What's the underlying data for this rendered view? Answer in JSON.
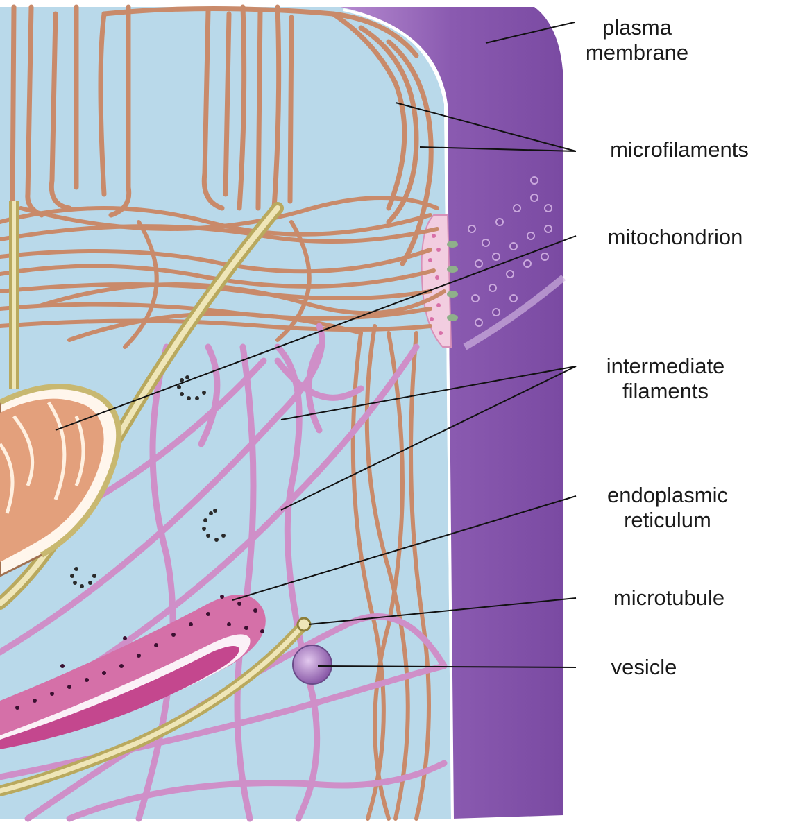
{
  "labels": {
    "plasma_membrane": {
      "line1": "plasma",
      "line2": "membrane"
    },
    "microfilaments": "microfilaments",
    "mitochondrion": "mitochondrion",
    "intermediate_filaments": {
      "line1": "intermediate",
      "line2": "filaments"
    },
    "endoplasmic_reticulum": {
      "line1": "endoplasmic",
      "line2": "reticulum"
    },
    "microtubule": "microtubule",
    "vesicle": "vesicle"
  },
  "colors": {
    "cytoplasm": "#b9d9ea",
    "plasma_membrane": "#8a5ab0",
    "microfilament": "#c98a6a",
    "intermediate_filament": "#cf8fc8",
    "microtubule": "#d9cf9a",
    "endoplasmic_reticulum": "#c4478e",
    "mitochondrion": "#e3a07c",
    "vesicle": "#9a6fb0",
    "leader_line": "#111111"
  }
}
